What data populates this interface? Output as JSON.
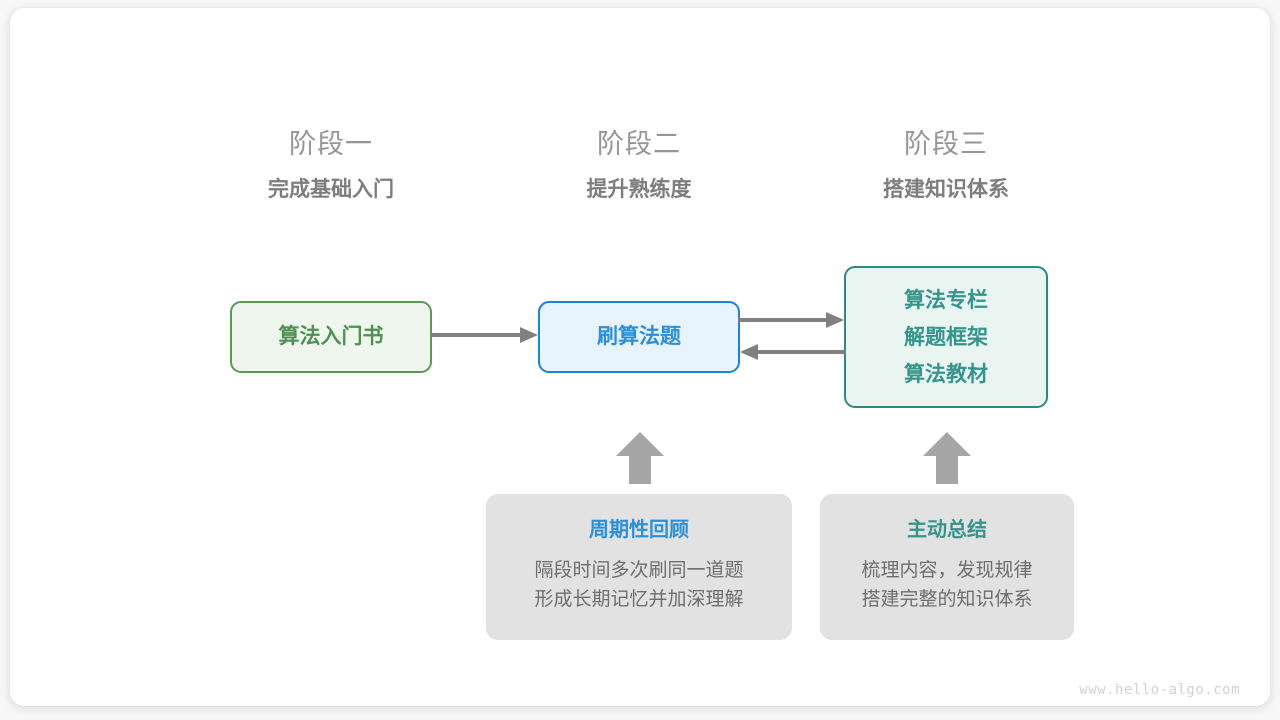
{
  "background": {
    "page_color": "#f7f7f7",
    "card_color": "#ffffff"
  },
  "palette": {
    "green": "#4e9150",
    "green_border": "#5a9a55",
    "green_fill": "#eef6ed",
    "blue": "#2a8fdd",
    "blue_border": "#1a84d6",
    "blue_fill": "#e8f4fd",
    "teal": "#34958c",
    "teal_border": "#2d8a82",
    "teal_fill": "#eaf5f2",
    "arrow_gray": "#808080",
    "block_arrow_gray": "#a6a6a6",
    "note_fill": "#e2e2e2",
    "stage_num_gray": "#969696",
    "stage_title_gray": "#7d7d7d",
    "body_gray": "#6e6e6e",
    "watermark_gray": "#d2d2d2"
  },
  "stages": [
    {
      "number": "阶段一",
      "title": "完成基础入门"
    },
    {
      "number": "阶段二",
      "title": "提升熟练度"
    },
    {
      "number": "阶段三",
      "title": "搭建知识体系"
    }
  ],
  "nodes": {
    "book": {
      "label": "算法入门书"
    },
    "practice": {
      "label": "刷算法题"
    },
    "resources": {
      "lines": [
        "算法专栏",
        "解题框架",
        "算法教材"
      ]
    }
  },
  "notes": [
    {
      "title": "周期性回顾",
      "lines": [
        "隔段时间多次刷同一道题",
        "形成长期记忆并加深理解"
      ]
    },
    {
      "title": "主动总结",
      "lines": [
        "梳理内容，发现规律",
        "搭建完整的知识体系"
      ]
    }
  ],
  "arrows": {
    "book_to_practice": "arrow-right-icon",
    "practice_to_resources": "arrow-right-icon",
    "resources_to_practice": "arrow-left-icon",
    "review_up": "arrow-up-block-icon",
    "summary_up": "arrow-up-block-icon"
  },
  "watermark": {
    "text": "www.hello-algo.com"
  }
}
